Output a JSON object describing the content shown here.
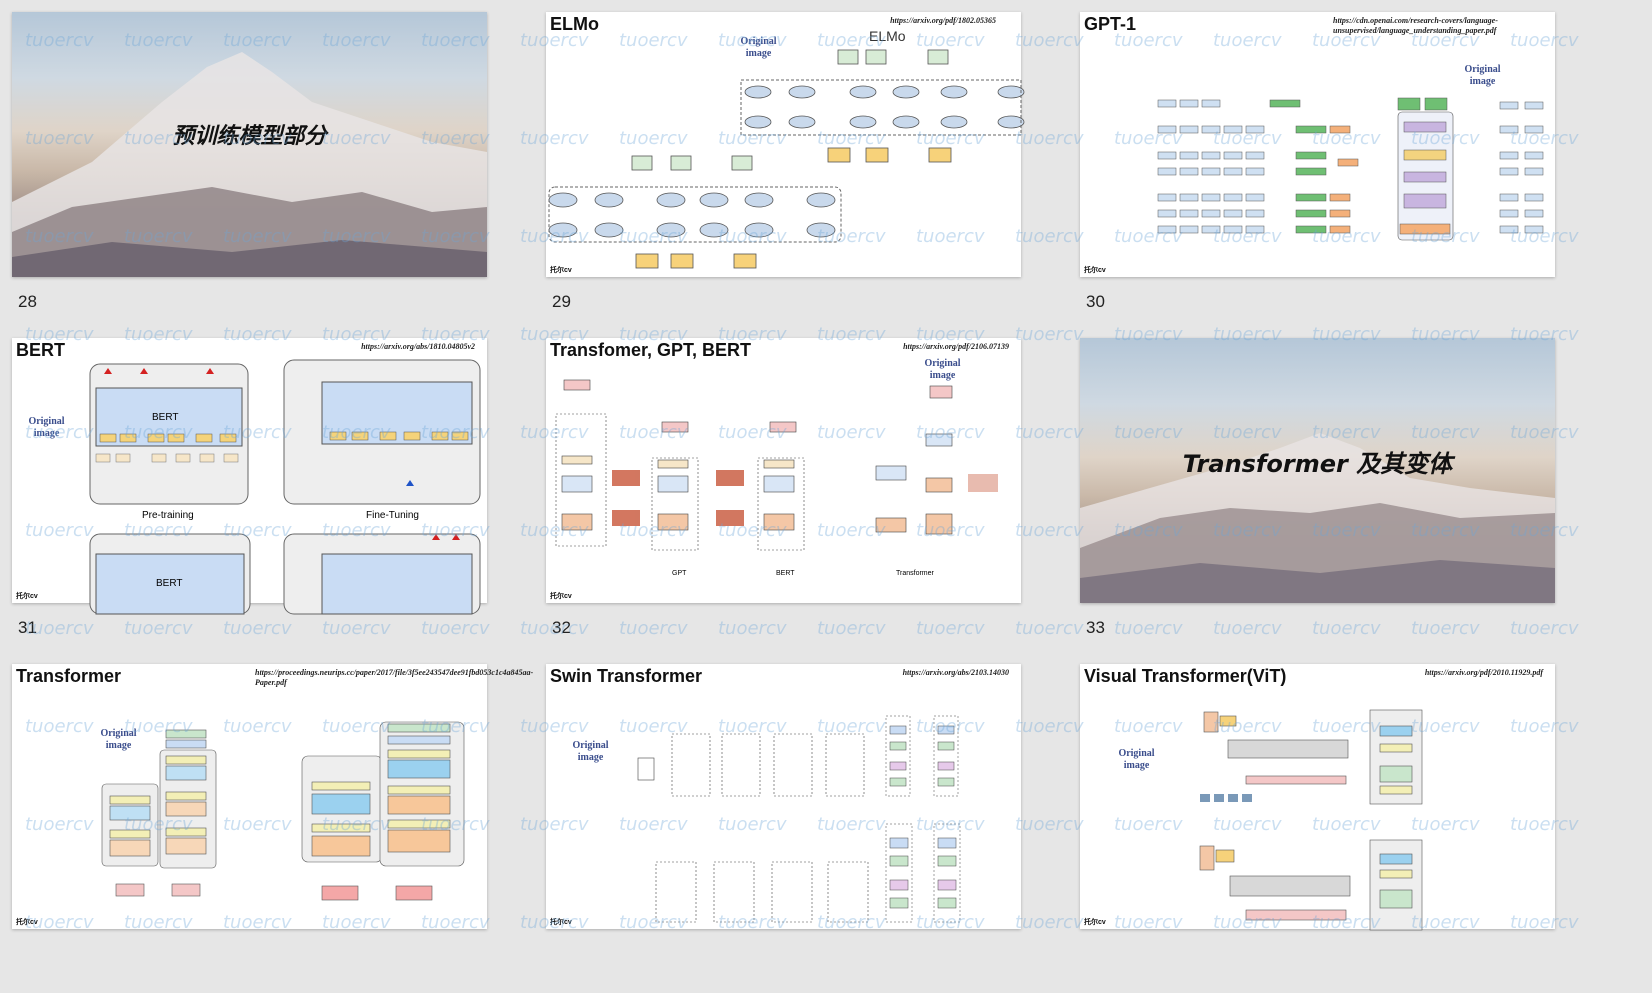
{
  "slides": [
    {
      "num": "28",
      "title": "预训练模型部分",
      "type": "cover"
    },
    {
      "num": "29",
      "title": "ELMo",
      "url": "https://arxiv.org/pdf/1802.05365",
      "orig": "Original image",
      "diagram_title": "ELMo",
      "logo": "托尔cv"
    },
    {
      "num": "30",
      "title": "GPT-1",
      "url": "https://cdn.openai.com/research-covers/language-unsupervised/language_understanding_paper.pdf",
      "orig": "Original image",
      "logo": "托尔cv"
    },
    {
      "num": "31",
      "title": "BERT",
      "url": "https://arxiv.org/abs/1810.04805v2",
      "orig": "Original image",
      "labels": [
        "BERT",
        "Pre-training",
        "Fine-Tuning",
        "BERT"
      ],
      "logo": "托尔cv"
    },
    {
      "num": "32",
      "title": "Transfomer, GPT, BERT",
      "url": "https://arxiv.org/pdf/2106.07139",
      "orig": "Original image",
      "labels": [
        "GPT",
        "BERT",
        "Transformer"
      ],
      "logo": "托尔cv"
    },
    {
      "num": "33",
      "title": "Transformer 及其变体",
      "type": "cover"
    },
    {
      "num": "",
      "title": "Transformer",
      "url": "https://proceedings.neurips.cc/paper/2017/file/3f5ee243547dee91fbd053c1c4a845aa-Paper.pdf",
      "orig": "Original image",
      "logo": "托尔cv"
    },
    {
      "num": "",
      "title": "Swin Transformer",
      "url": "https://arxiv.org/abs/2103.14030",
      "orig": "Original image",
      "logo": "托尔cv"
    },
    {
      "num": "",
      "title": "Visual Transformer(ViT)",
      "url": "https://arxiv.org/pdf/2010.11929.pdf",
      "orig": "Original image",
      "logo": "托尔cv"
    }
  ],
  "watermark": "tuoercv",
  "colors": {
    "background": "#e6e6e6",
    "watermark": "#6ca6d8"
  }
}
